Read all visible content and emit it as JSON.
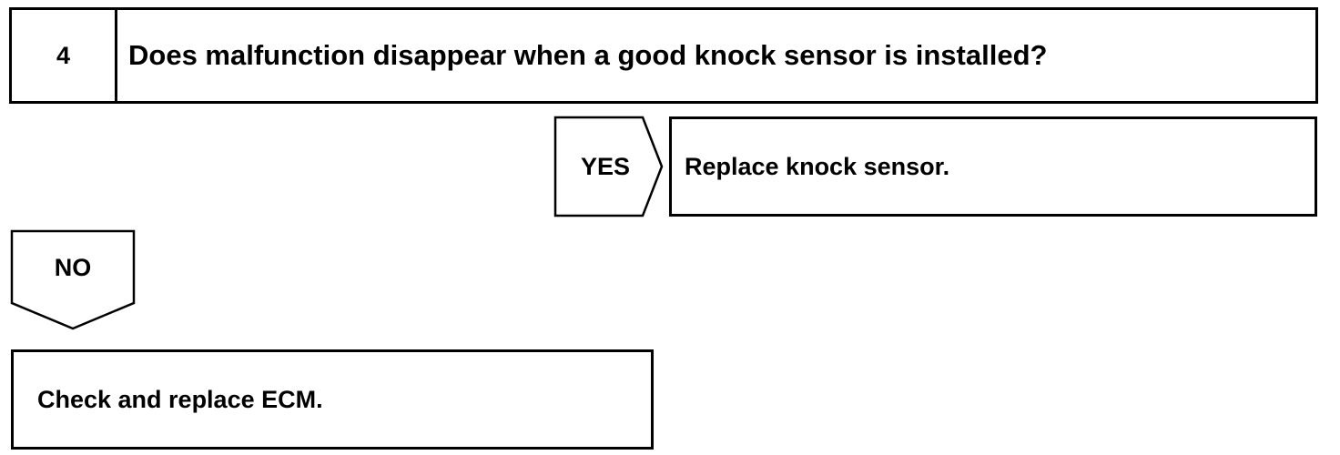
{
  "step": {
    "number": "4",
    "question": "Does malfunction disappear when a good knock sensor is installed?"
  },
  "yes_branch": {
    "label": "YES",
    "result": "Replace knock sensor."
  },
  "no_branch": {
    "label": "NO",
    "result": "Check and replace ECM."
  },
  "colors": {
    "line": "#000000",
    "background": "#ffffff"
  }
}
